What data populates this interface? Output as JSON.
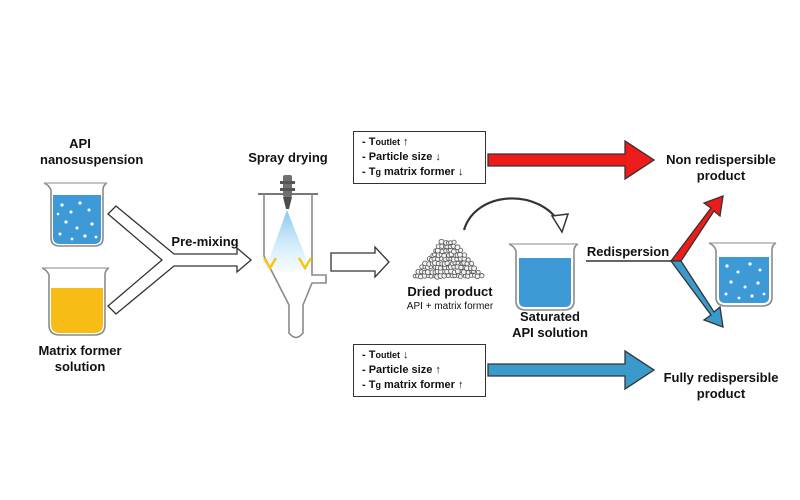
{
  "colors": {
    "blue_liquid": "#3d9ad6",
    "yellow_liquid": "#f7bc16",
    "red_arrow": "#ee1b1b",
    "blue_arrow": "#3a9acb",
    "heater": "#f2711f"
  },
  "labels": {
    "api_nanosuspension": [
      "API",
      "nanosuspension"
    ],
    "matrix_former_solution": [
      "Matrix former",
      "solution"
    ],
    "pre_mixing": "Pre-mixing",
    "spray_drying": "Spray drying",
    "dried_product": "Dried product",
    "dried_product_sub": "API + matrix former",
    "saturated_solution": [
      "Saturated",
      "API solution"
    ],
    "redispersion": "Redispersion",
    "non_redispersible": [
      "Non redispersible",
      "product"
    ],
    "fully_redispersible": [
      "Fully redispersible",
      "product"
    ]
  },
  "conditions_top": [
    {
      "prefix": "- T",
      "sub": "outlet",
      "rest": " ",
      "arrow": "↑"
    },
    {
      "prefix": "- Particle size ",
      "sub": "",
      "rest": "",
      "arrow": "↓"
    },
    {
      "prefix": "- T",
      "sub": "g",
      "rest": " matrix former ",
      "arrow": "↓"
    }
  ],
  "conditions_bottom": [
    {
      "prefix": "- T",
      "sub": "outlet",
      "rest": " ",
      "arrow": "↓"
    },
    {
      "prefix": "- Particle size ",
      "sub": "",
      "rest": "",
      "arrow": "↑"
    },
    {
      "prefix": "- T",
      "sub": "g",
      "rest": " matrix former ",
      "arrow": "↑"
    }
  ]
}
